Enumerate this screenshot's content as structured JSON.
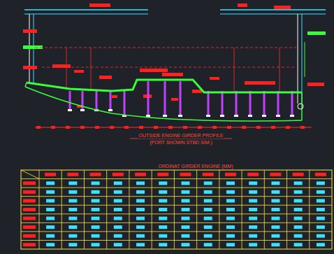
{
  "diagram": {
    "labels": [
      "OUTSIDE ENGINE GIRDER PROFILE",
      "(PORT SHOWN STBD SIM.)",
      "ORDINAT GIRDER ENGINE (MM)"
    ]
  }
}
